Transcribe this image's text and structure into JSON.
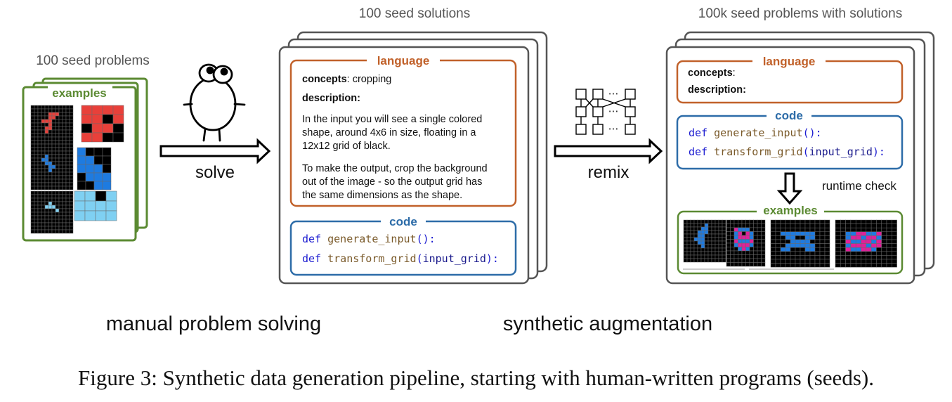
{
  "header": {
    "seed_problems": "100 seed problems",
    "seed_solutions": "100 seed solutions",
    "augmented": "100k seed problems with solutions"
  },
  "steps": {
    "solve": "solve",
    "remix": "remix",
    "runtime_check": "runtime check"
  },
  "sections": {
    "examples": "examples",
    "language": "language",
    "code": "code"
  },
  "seed_solution": {
    "concepts_label": "concepts",
    "concepts_value": ": cropping",
    "description_label": "description:",
    "description_lines": [
      "In the input you will see a single colored",
      "shape, around 4x6 in size, floating in a",
      "12x12 grid of black.",
      "",
      "To make the output, crop the background",
      "out of the image - so the output grid has",
      "the same dimensions as the shape."
    ]
  },
  "augmented_solution": {
    "concepts_label": "concepts",
    "concepts_value": ":",
    "description_label": "description:"
  },
  "code": {
    "def": "def",
    "generate_name": "generate_input",
    "generate_args": "():",
    "transform_name": "transform_grid",
    "transform_open": "(",
    "transform_param": "input_grid",
    "transform_close": "):",
    "ellipsis": "⋯"
  },
  "labels": {
    "manual": "manual problem solving",
    "synthetic": "synthetic augmentation"
  },
  "caption": "Figure 3: Synthetic data generation pipeline, starting with human-written programs (seeds).",
  "colors": {
    "green": "#5b8a32",
    "orange": "#c1612a",
    "blue": "#2d6ca8",
    "gray": "#555555",
    "code_keyword": "#1b1bd0",
    "code_function": "#7a5a2a",
    "code_param": "#1a1a8c",
    "grid_black": "#000000",
    "grid_red": "#e8403a",
    "grid_blue": "#1e7be0",
    "grid_lightblue": "#7fd0f2",
    "grid_magenta": "#e0209a"
  }
}
